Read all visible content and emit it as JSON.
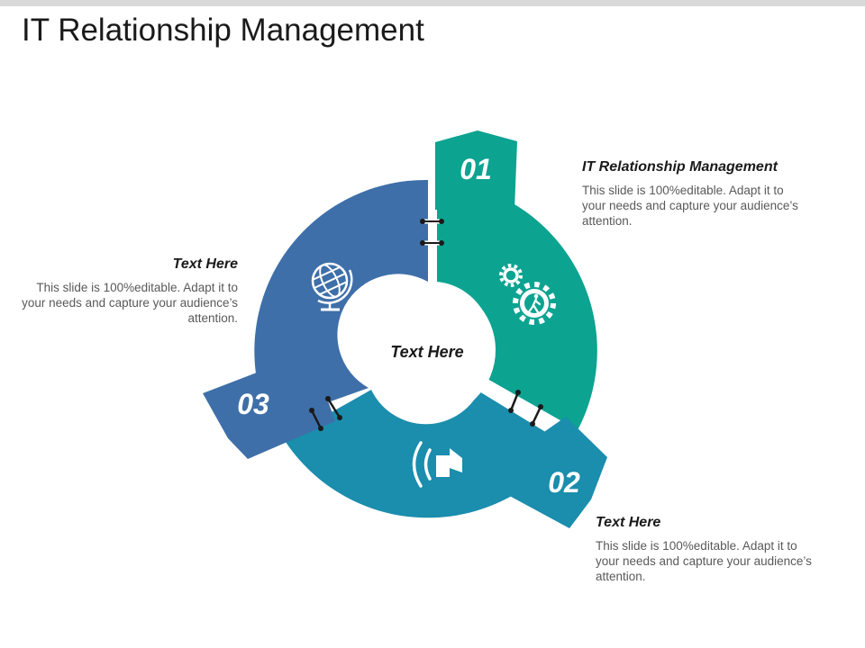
{
  "title": "IT Relationship Management",
  "colors": {
    "segment_01": "#0ca391",
    "segment_02": "#1b8dad",
    "segment_03": "#3e6fa9",
    "heading_text": "#1a1a1a",
    "body_text": "#595959"
  },
  "center": {
    "label": "Text Here"
  },
  "segments": [
    {
      "number": "01",
      "icon": "gears-worker-icon"
    },
    {
      "number": "02",
      "icon": "speaker-sound-icon"
    },
    {
      "number": "03",
      "icon": "globe-icon"
    }
  ],
  "callouts": [
    {
      "heading": "IT Relationship Management",
      "body": "This slide is 100%editable. Adapt it to your needs and capture your audience’s attention."
    },
    {
      "heading": "Text Here",
      "body": "This slide is 100%editable. Adapt it to your needs and capture your audience’s attention."
    },
    {
      "heading": "Text Here",
      "body": "This slide is 100%editable. Adapt it to your needs and capture your audience’s attention."
    }
  ]
}
